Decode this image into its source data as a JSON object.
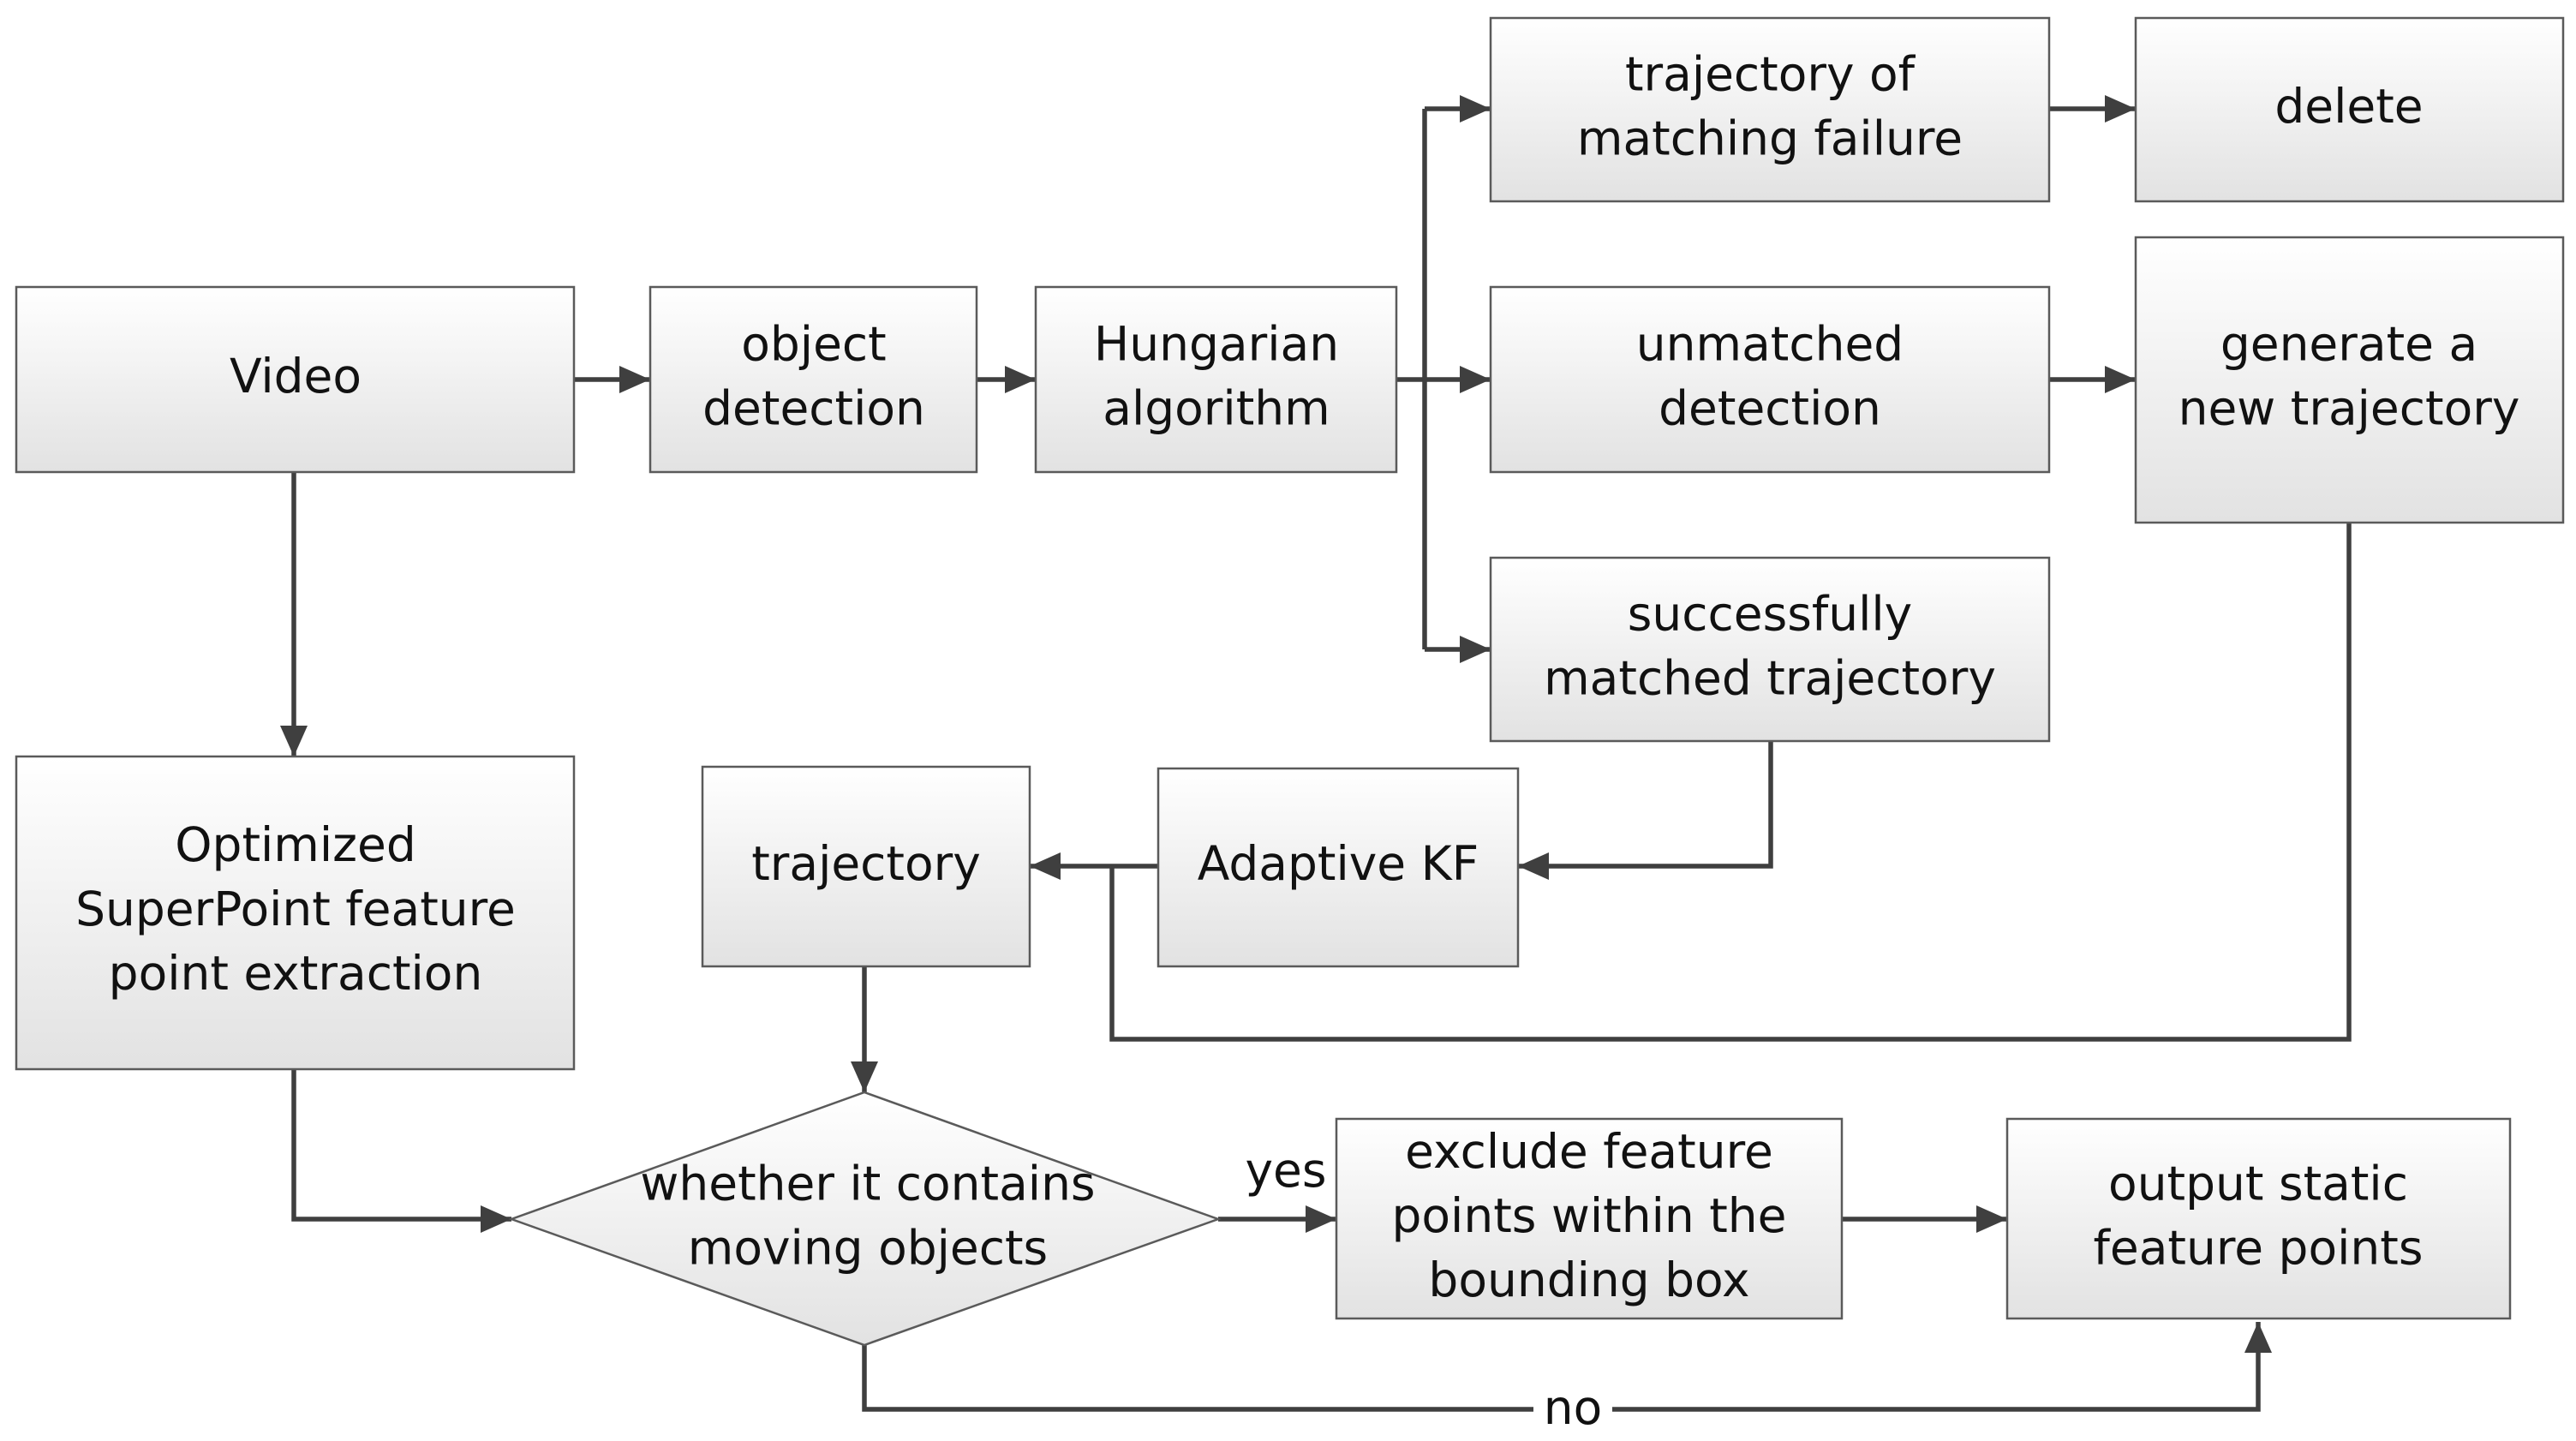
{
  "nodes": {
    "video": {
      "lines": [
        "Video"
      ]
    },
    "object_detection": {
      "lines": [
        "object",
        "detection"
      ]
    },
    "hungarian": {
      "lines": [
        "Hungarian",
        "algorithm"
      ]
    },
    "matching_failure": {
      "lines": [
        "trajectory of",
        "matching failure"
      ]
    },
    "delete": {
      "lines": [
        "delete"
      ]
    },
    "unmatched_detection": {
      "lines": [
        "unmatched",
        "detection"
      ]
    },
    "new_trajectory": {
      "lines": [
        "generate a",
        "new trajectory"
      ]
    },
    "matched_trajectory": {
      "lines": [
        "successfully",
        "matched trajectory"
      ]
    },
    "adaptive_kf": {
      "lines": [
        "Adaptive KF"
      ]
    },
    "trajectory": {
      "lines": [
        "trajectory"
      ]
    },
    "superpoint": {
      "lines": [
        "Optimized",
        "SuperPoint feature",
        "point extraction"
      ]
    },
    "decision": {
      "lines": [
        "whether it contains",
        "moving objects"
      ]
    },
    "exclude": {
      "lines": [
        "exclude feature",
        "points within the",
        "bounding box"
      ]
    },
    "output": {
      "lines": [
        "output static",
        "feature points"
      ]
    }
  },
  "edge_labels": {
    "yes": "yes",
    "no": "no"
  },
  "colors": {
    "box_fill_top": "#ffffff",
    "box_fill_bottom": "#e2e2e2",
    "box_stroke": "#5a5a5a",
    "arrow": "#3f3f3f"
  }
}
